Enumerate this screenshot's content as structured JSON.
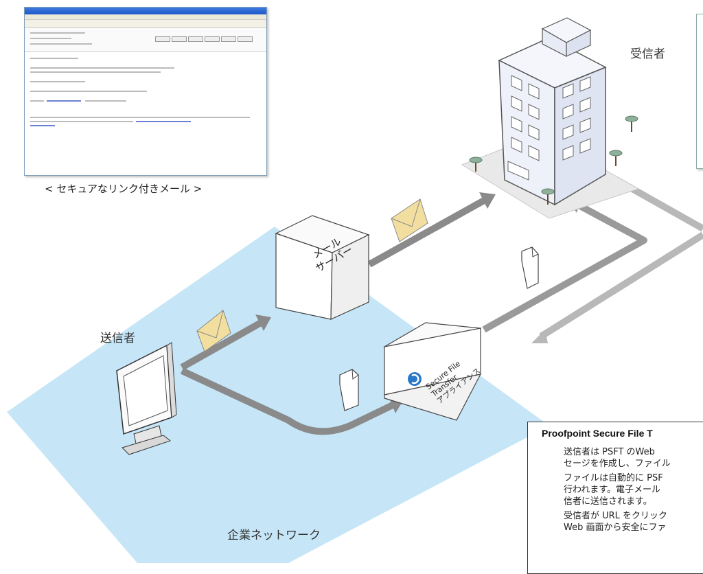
{
  "labels": {
    "recipient": "受信者",
    "sender": "送信者",
    "mail_server": [
      "メール",
      "サーバー"
    ],
    "appliance": [
      "Secure File",
      "Transfer",
      "アプライアンス"
    ],
    "network": "企業ネットワーク",
    "mail_caption": "< セキュアなリンク付きメール >"
  },
  "info_box": {
    "title": "Proofpoint Secure File T",
    "paragraphs": [
      [
        "送信者は PSFT のWeb",
        "セージを作成し、ファイル"
      ],
      [
        "ファイルは自動的に PSF",
        "行われます。電子メール",
        "信者に送信されます。"
      ],
      [
        "受信者が URL をクリック",
        "Web 画面から安全にファ"
      ]
    ]
  },
  "colors": {
    "network_area": "#c6e6f8",
    "arrow": "#8a8a8a",
    "envelope": "#f2dfa0",
    "building": "#eef1fa",
    "appliance_logo": "#2b78c8"
  }
}
